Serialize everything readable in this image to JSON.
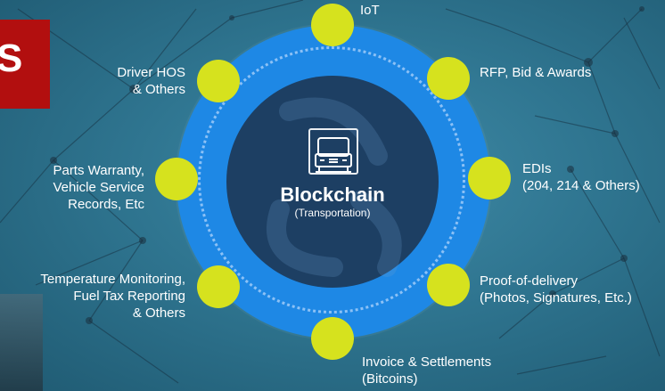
{
  "left_tab": {
    "text": "S"
  },
  "center": {
    "icon": "truck-icon",
    "title": "Blockchain",
    "subtitle": "(Transportation)"
  },
  "nodes": [
    {
      "id": "iot",
      "label": "IoT"
    },
    {
      "id": "rfp",
      "label": "RFP, Bid & Awards"
    },
    {
      "id": "edi",
      "label": "EDIs\n(204, 214 & Others)"
    },
    {
      "id": "pod",
      "label": "Proof-of-delivery\n(Photos, Signatures, Etc.)"
    },
    {
      "id": "invoice",
      "label": "Invoice & Settlements\n(Bitcoins)"
    },
    {
      "id": "temperature",
      "label": "Temperature Monitoring,\nFuel Tax Reporting\n& Others"
    },
    {
      "id": "parts",
      "label": "Parts Warranty,\nVehicle Service\nRecords, Etc"
    },
    {
      "id": "driver",
      "label": "Driver HOS\n& Others"
    }
  ],
  "colors": {
    "ring": "#1e88e5",
    "core": "#1d3f63",
    "node": "#d6e21e",
    "text": "#ffffff",
    "accent_tab": "#b20f0f"
  }
}
